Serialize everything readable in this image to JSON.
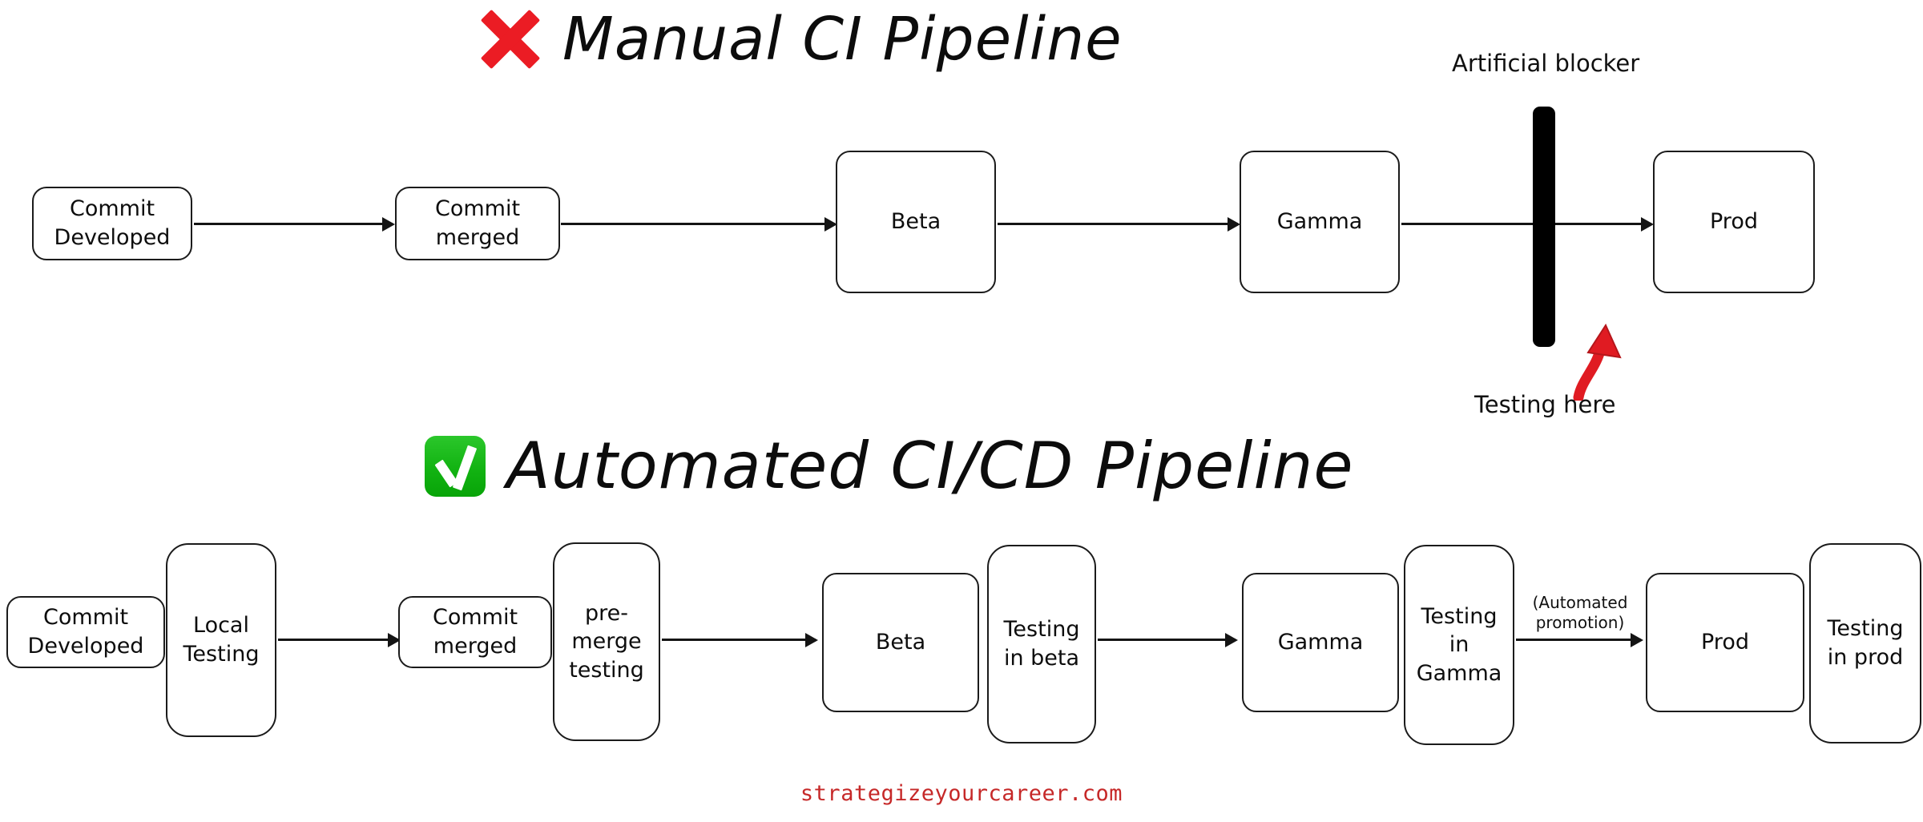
{
  "sections": [
    {
      "id": "manual",
      "title": "Manual CI Pipeline",
      "status_icon": "red-x-icon",
      "nodes": [
        {
          "label": "Commit\nDeveloped"
        },
        {
          "label": "Commit\nmerged"
        },
        {
          "label": "Beta"
        },
        {
          "label": "Gamma"
        },
        {
          "label": "Prod"
        }
      ],
      "annotations": {
        "blocker_label": "Artificial blocker",
        "testing_here_label": "Testing here"
      }
    },
    {
      "id": "automated",
      "title": "Automated CI/CD Pipeline",
      "status_icon": "green-check-icon",
      "nodes": [
        {
          "label": "Commit\nDeveloped"
        },
        {
          "label": "Local\nTesting"
        },
        {
          "label": "Commit\nmerged"
        },
        {
          "label": "pre-\nmerge\ntesting"
        },
        {
          "label": "Beta"
        },
        {
          "label": "Testing\nin beta"
        },
        {
          "label": "Gamma"
        },
        {
          "label": "Testing\nin\nGamma"
        },
        {
          "label": "Prod"
        },
        {
          "label": "Testing\nin prod"
        }
      ],
      "annotations": {
        "automated_promotion_label": "(Automated promotion)"
      }
    }
  ],
  "footer": {
    "watermark": "strategizeyourcareer.com"
  },
  "colors": {
    "stroke": "#141414",
    "blocker": "#000000",
    "red_accent": "#eb1c24",
    "green_accent": "#12b312",
    "watermark": "#c62828",
    "background": "#ffffff"
  }
}
